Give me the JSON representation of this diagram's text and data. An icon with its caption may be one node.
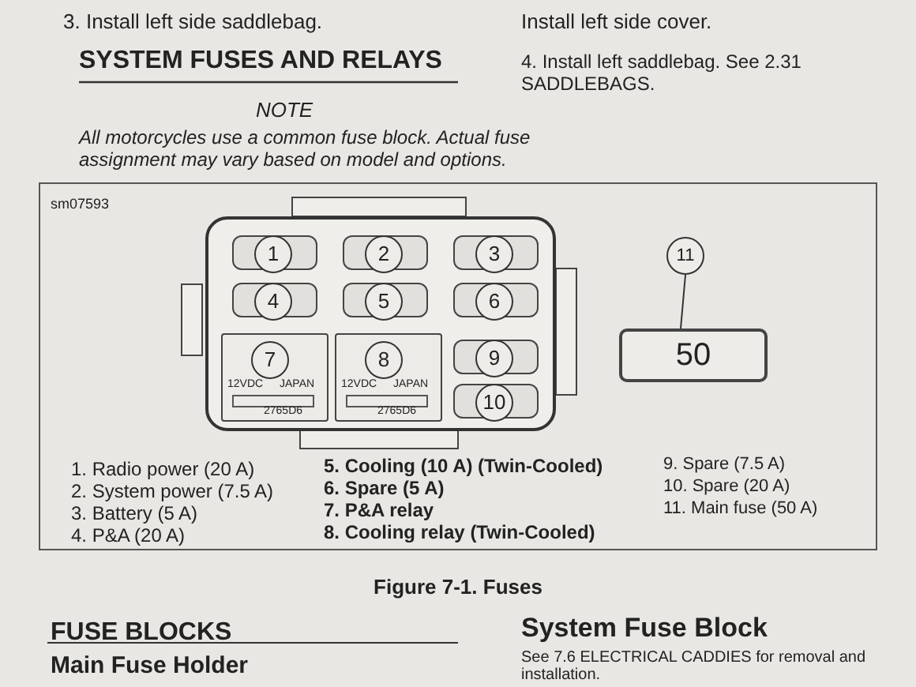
{
  "diagram": {
    "title": "SYSTEM FUSES AND RELAYS",
    "caption": "Figure 7-1. Fuses",
    "nodes": [
      {
        "text": [],
        "shape": "box"
      },
      {
        "text": [
          "1"
        ],
        "in": 0
      },
      {
        "text": [
          "2"
        ],
        "in": 0
      },
      {
        "text": [
          "3"
        ],
        "in": 0
      },
      {
        "text": [
          "4"
        ],
        "in": 0
      },
      {
        "text": [
          "5"
        ],
        "in": 0
      },
      {
        "text": [
          "6"
        ],
        "in": 0
      },
      {
        "text": [
          "7",
          "12VDC",
          "JAPAN",
          "2765D6"
        ],
        "in": 0
      },
      {
        "text": [
          "8",
          "12VDC",
          "JAPAN",
          "2765D6"
        ],
        "in": 0
      },
      {
        "text": [
          "9"
        ],
        "in": 0
      },
      {
        "text": [
          "10"
        ],
        "in": 0
      },
      {
        "text": [
          "11"
        ]
      },
      {
        "text": [
          "50"
        ]
      }
    ],
    "edges": [
      {
        "from": 11,
        "to": 12,
        "arrow": "none"
      }
    ],
    "labels": [
      "3. Install left side saddlebag.",
      "Install left side cover.",
      "4. Install left saddlebag. See 2.31 SADDLEBAGS.",
      "NOTE",
      "All motorcycles use a common fuse block. Actual fuse assignment may vary based on model and options.",
      "sm07593",
      "1. Radio power (20 A)",
      "2. System power (7.5 A)",
      "3. Battery (5 A)",
      "4. P&A (20 A)",
      "5. Cooling (10 A) (Twin-Cooled)",
      "6. Spare (5 A)",
      "7. P&A relay",
      "8. Cooling relay (Twin-Cooled)",
      "9. Spare (7.5 A)",
      "10. Spare (20 A)",
      "11. Main fuse (50 A)",
      "FUSE BLOCKS",
      "Main Fuse Holder",
      "System Fuse Block",
      "See 7.6 ELECTRICAL CADDIES for removal and installation."
    ]
  }
}
